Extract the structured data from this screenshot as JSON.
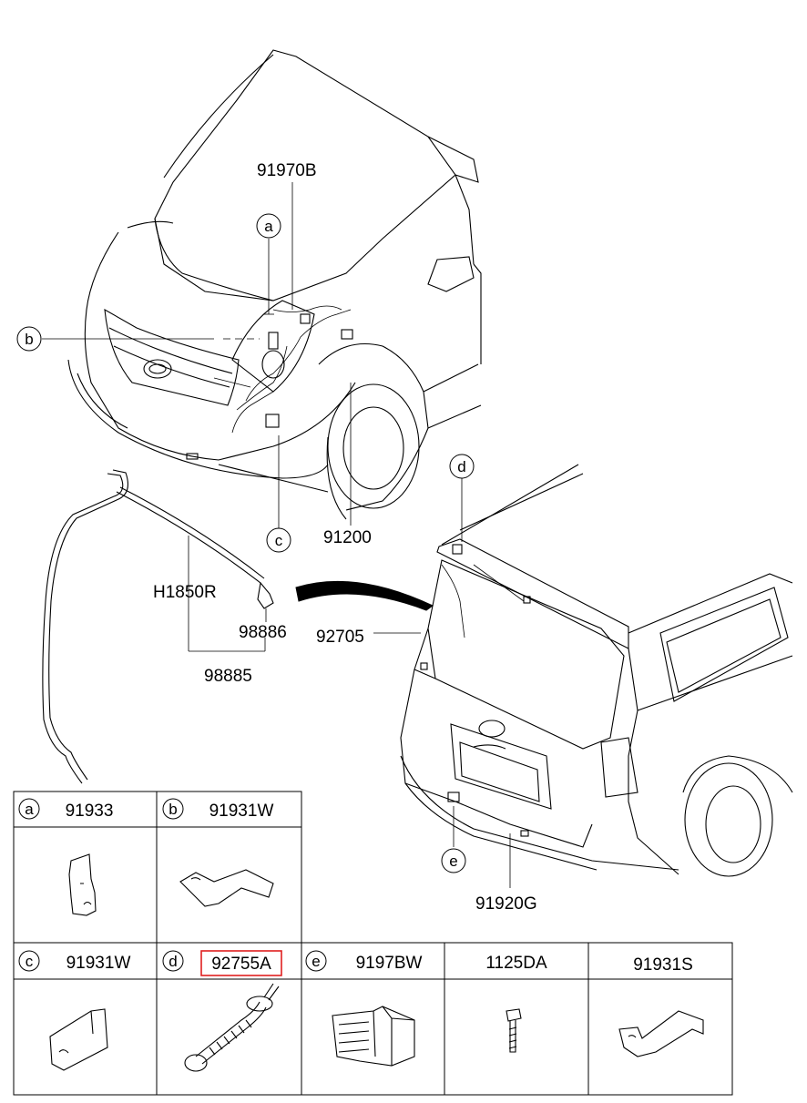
{
  "callouts": {
    "p91970B": "91970B",
    "p91200": "91200",
    "pH1850R": "H1850R",
    "p98886": "98886",
    "p98885": "98885",
    "p92705": "92705",
    "p91920G": "91920G"
  },
  "letters": {
    "a": "a",
    "b": "b",
    "c": "c",
    "d": "d",
    "e": "e"
  },
  "table": {
    "row1": [
      {
        "letter": "a",
        "part": "91933"
      },
      {
        "letter": "b",
        "part": "91931W"
      }
    ],
    "row2": [
      {
        "letter": "c",
        "part": "91931W"
      },
      {
        "letter": "d",
        "part": "92755A",
        "highlight_color": "#e02020"
      },
      {
        "letter": "e",
        "part": "9197BW"
      },
      {
        "letter": "",
        "part": "1125DA"
      },
      {
        "letter": "",
        "part": "91931S"
      }
    ]
  }
}
